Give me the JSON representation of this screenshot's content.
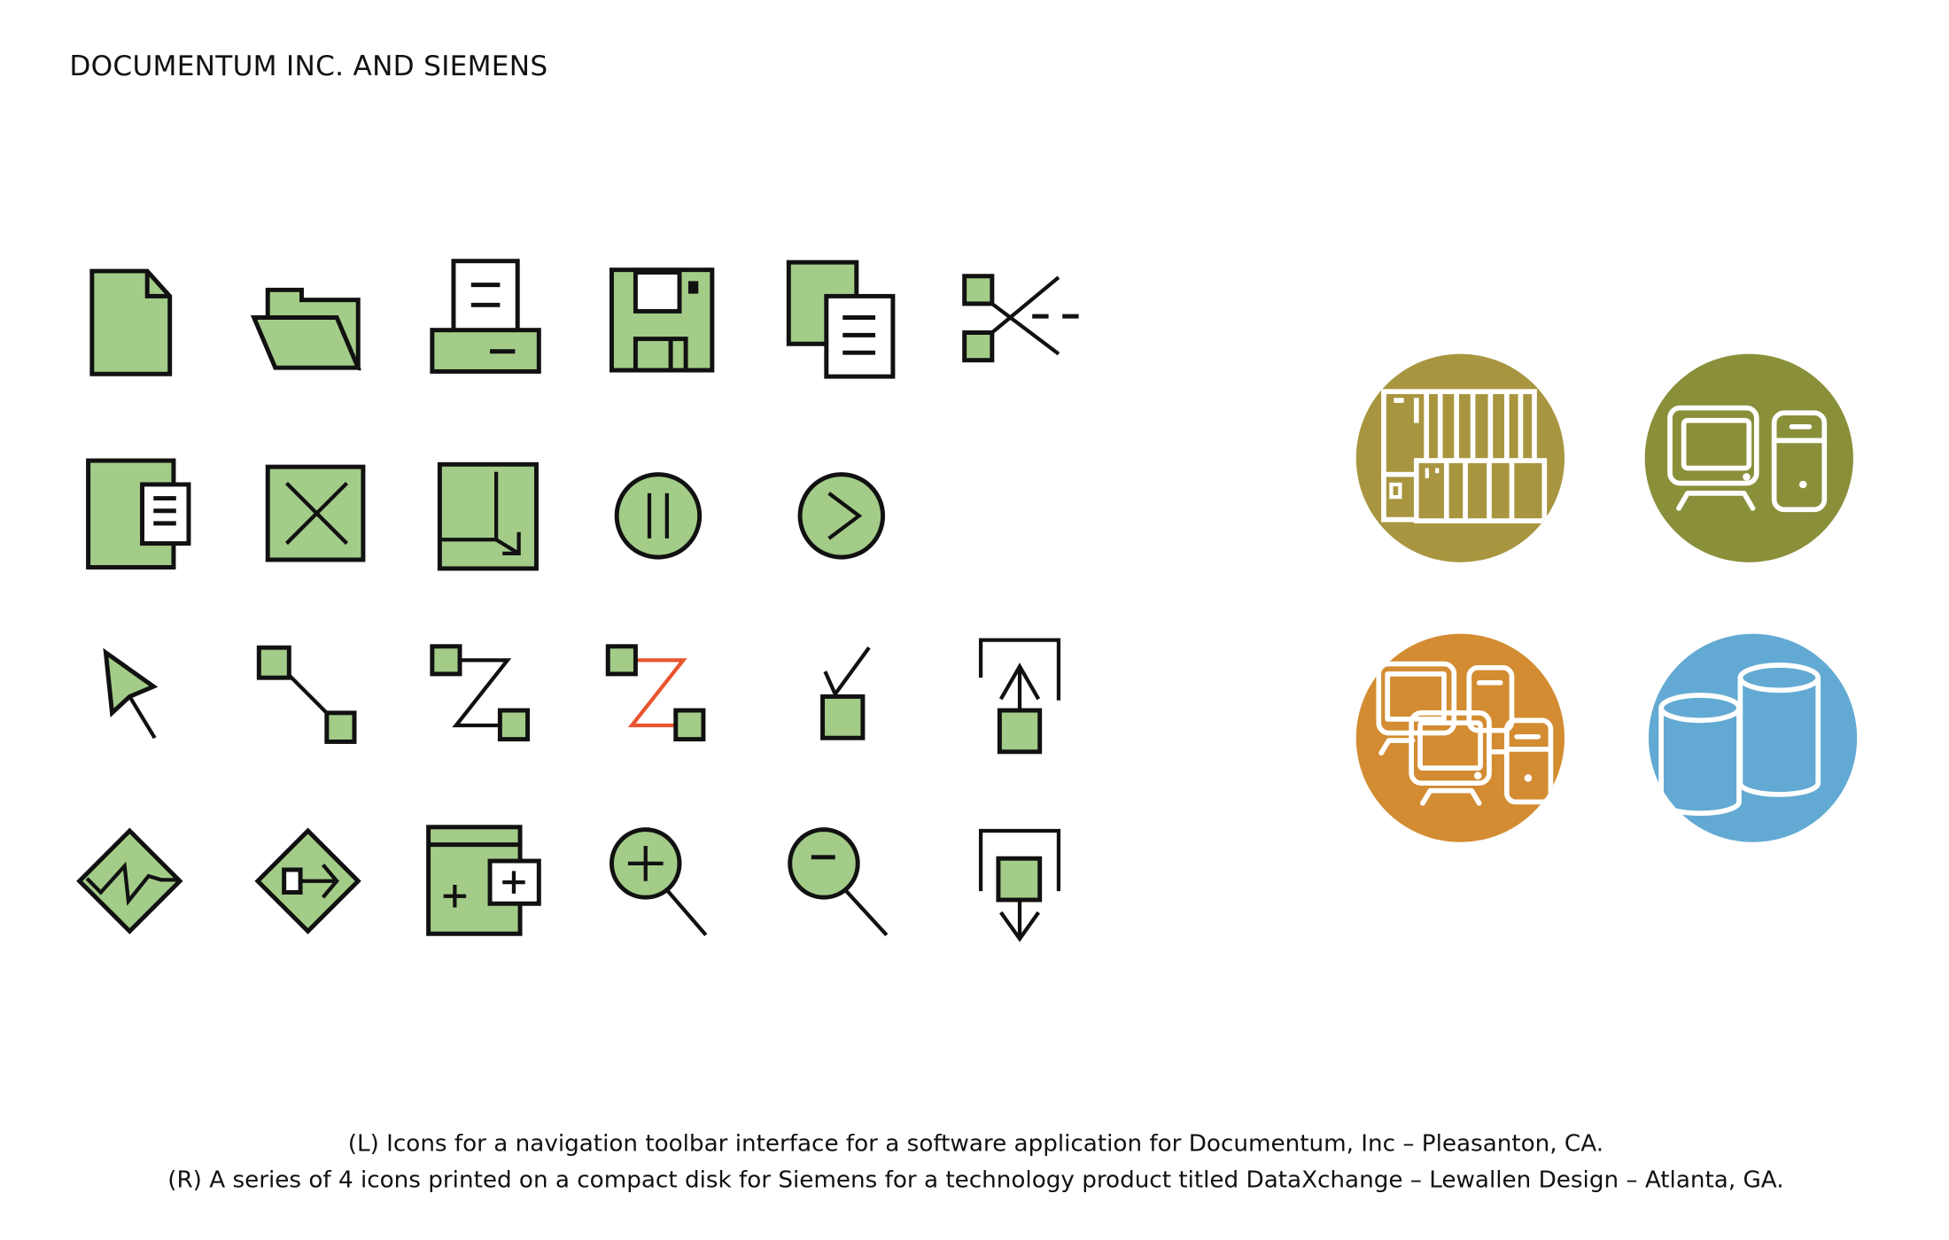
{
  "title": "DOCUMENTUM INC. AND SIEMENS",
  "captions": {
    "left": "(L) Icons for a navigation toolbar interface for a software application for Documentum, Inc – Pleasanton, CA.",
    "right": "(R) A series of 4 icons printed on a compact disk for Siemens for a technology product titled DataXchange – Lewallen Design – Atlanta, GA."
  },
  "colors": {
    "icon_fill": "#a3cc88",
    "accent_red": "#e8552f",
    "circle_1": "#a8953f",
    "circle_2": "#8a8f3a",
    "circle_3": "#d38c32",
    "circle_4": "#62aad3"
  },
  "toolbar_icons": [
    "document-icon",
    "folder-icon",
    "printer-icon",
    "floppy-disk-icon",
    "copy-icon",
    "scissors-icon",
    "document-tab-icon",
    "close-box-icon",
    "arrow-corner-icon",
    "pause-icon",
    "play-icon",
    "pointer-icon",
    "link-icon",
    "connector-icon",
    "connector-red-icon",
    "checkbox-icon",
    "upload-icon",
    "signal-diamond-icon",
    "export-diamond-icon",
    "add-window-icon",
    "zoom-in-icon",
    "zoom-out-icon",
    "download-icon"
  ],
  "siemens_icons": [
    "server-rack-icon",
    "desktop-computer-icon",
    "network-computers-icon",
    "database-icon"
  ]
}
